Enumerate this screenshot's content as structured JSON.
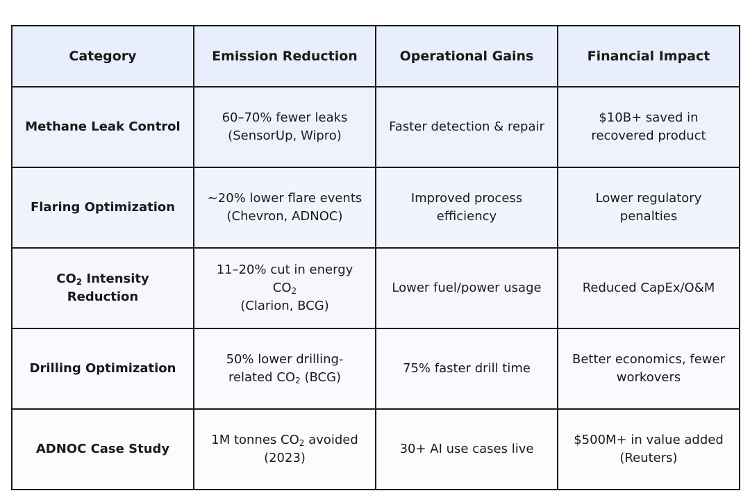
{
  "table": {
    "headers": [
      "Category",
      "Emission Reduction",
      "Operational Gains",
      "Financial Impact"
    ],
    "rows": [
      {
        "category": "Methane Leak Control",
        "emission": [
          "60–70% fewer leaks",
          "(SensorUp, Wipro)"
        ],
        "operational": [
          "Faster detection & repair"
        ],
        "financial": [
          "$10B+ saved in",
          "recovered product"
        ]
      },
      {
        "category": "Flaring Optimization",
        "emission": [
          "~20% lower flare events",
          "(Chevron, ADNOC)"
        ],
        "operational": [
          "Improved process",
          "efficiency"
        ],
        "financial": [
          "Lower regulatory",
          "penalties"
        ]
      },
      {
        "category_prefix": "CO",
        "category_sub": "2",
        "category_suffix": " Intensity Reduction",
        "emission_l1_prefix": "11–20% cut in energy CO",
        "emission_l1_sub": "2",
        "emission_l2": "(Clarion, BCG)",
        "operational": [
          "Lower fuel/power usage"
        ],
        "financial": [
          "Reduced CapEx/O&M"
        ]
      },
      {
        "category": "Drilling Optimization",
        "emission_l1": "50% lower drilling-",
        "emission_l2_prefix": "related CO",
        "emission_l2_sub": "2",
        "emission_l2_suffix": " (BCG)",
        "operational": [
          "75% faster drill time"
        ],
        "financial": [
          "Better economics, fewer",
          "workovers"
        ]
      },
      {
        "category": "ADNOC Case Study",
        "emission_l1_prefix": "1M tonnes CO",
        "emission_l1_sub": "2",
        "emission_l1_suffix": " avoided",
        "emission_l2": "(2023)",
        "operational": [
          "30+ AI use cases live"
        ],
        "financial": [
          "$500M+ in value added",
          "(Reuters)"
        ]
      }
    ]
  }
}
